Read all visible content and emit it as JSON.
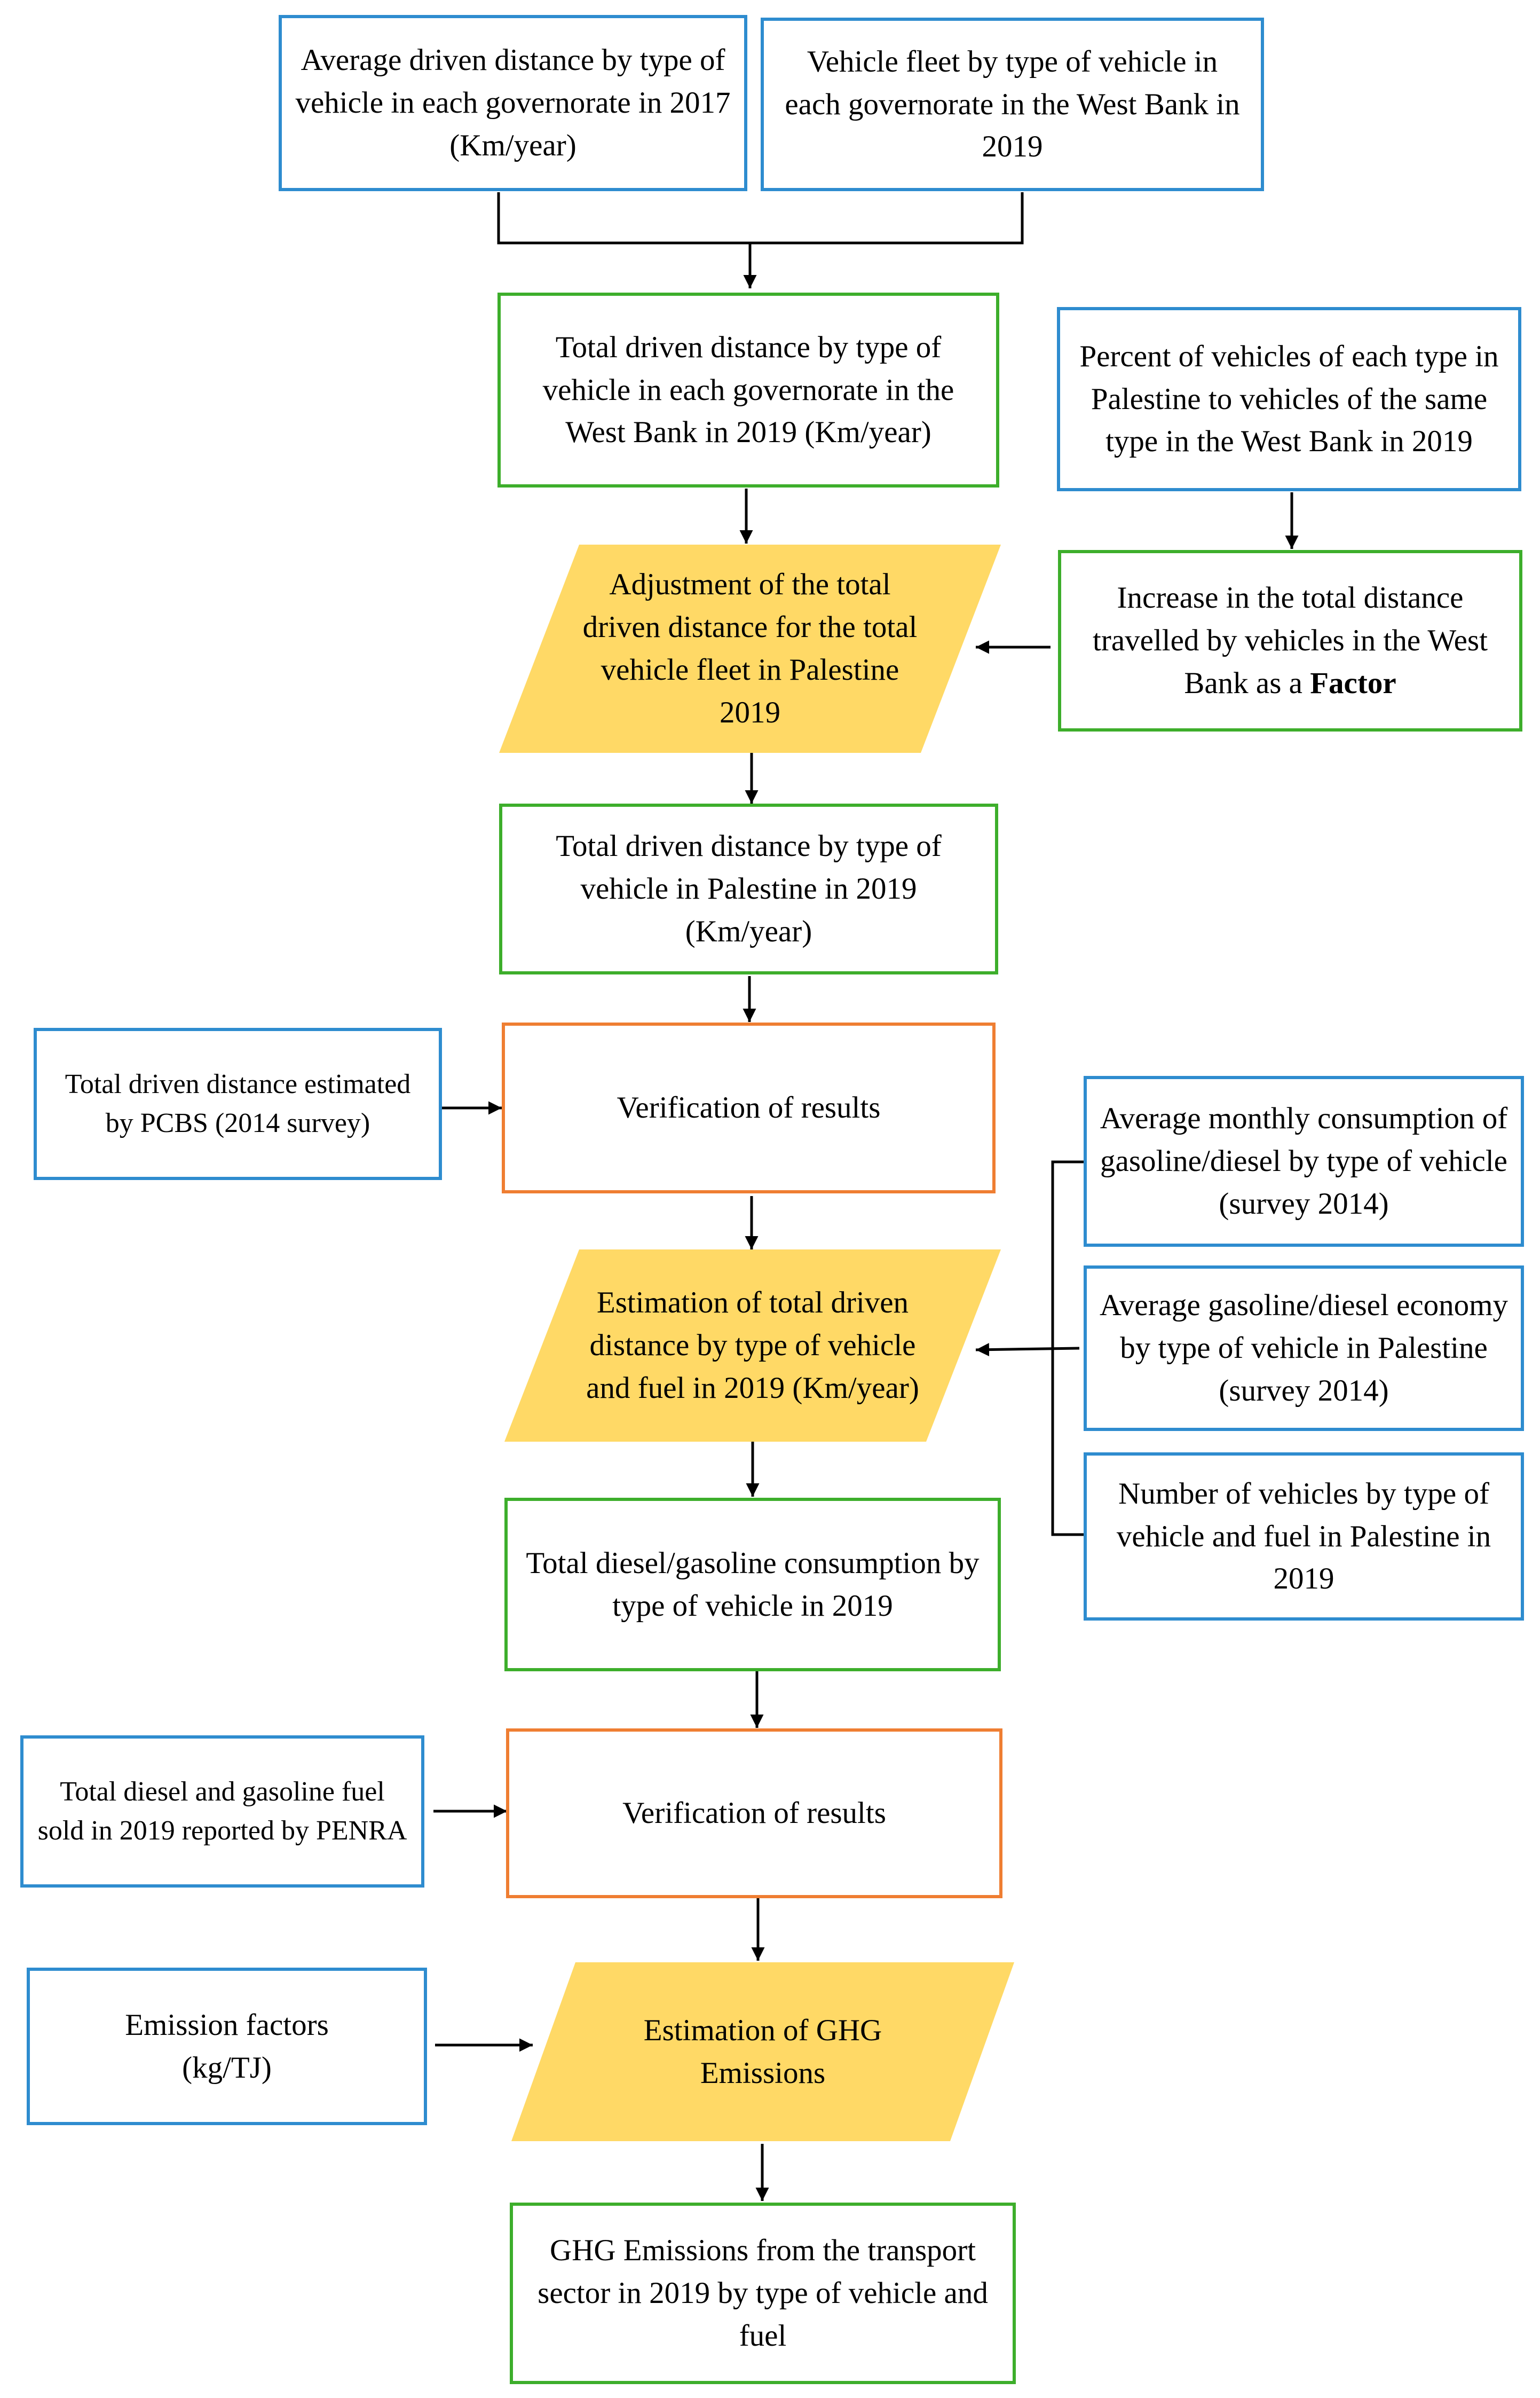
{
  "nodes": {
    "avg_distance_2017": "Average driven distance by type of vehicle in each governorate in 2017 (Km/year)",
    "fleet_westbank_2019": "Vehicle fleet by type of vehicle in each governorate in the West Bank in 2019",
    "total_distance_westbank_2019": "Total driven distance by type of vehicle in each governorate in the West Bank in 2019 (Km/year)",
    "percent_vehicles": "Percent of vehicles  of each type in Palestine to vehicles of the same type in the West Bank in 2019",
    "adjustment": "Adjustment of the total driven distance for the total vehicle fleet in Palestine 2019",
    "increase_factor_text": "Increase in  the total distance travelled by vehicles in the West Bank as a ",
    "increase_factor_bold": "Factor",
    "total_distance_palestine_2019": "Total driven distance by type of vehicle in Palestine in 2019 (Km/year)",
    "pcbs_estimate": "Total driven distance estimated by PCBS (2014 survey)",
    "verification_1": "Verification of results",
    "avg_monthly_consumption": "Average monthly consumption of gasoline/diesel by type of vehicle (survey 2014)",
    "estimation_distance_fuel": "Estimation of total driven distance by type of vehicle and fuel in 2019 (Km/year)",
    "avg_fuel_economy": "Average gasoline/diesel economy by type of vehicle in Palestine (survey 2014)",
    "number_vehicles_fuel": "Number of vehicles  by type of vehicle and fuel in Palestine in 2019",
    "total_consumption_2019": "Total diesel/gasoline consumption by type of vehicle in 2019",
    "penra_fuel_sold": "Total diesel and gasoline fuel sold in 2019 reported by PENRA",
    "verification_2": "Verification of results",
    "emission_factors": "Emission factors (kg/TJ)",
    "estimation_ghg": "Estimation of  GHG Emissions",
    "ghg_result": "GHG Emissions from the transport sector in 2019  by type of vehicle and fuel"
  },
  "colors": {
    "input_border": "#2e8ccf",
    "intermediate_border": "#3dae2b",
    "verification_border": "#ef7e32",
    "process_fill": "#ffd966"
  }
}
